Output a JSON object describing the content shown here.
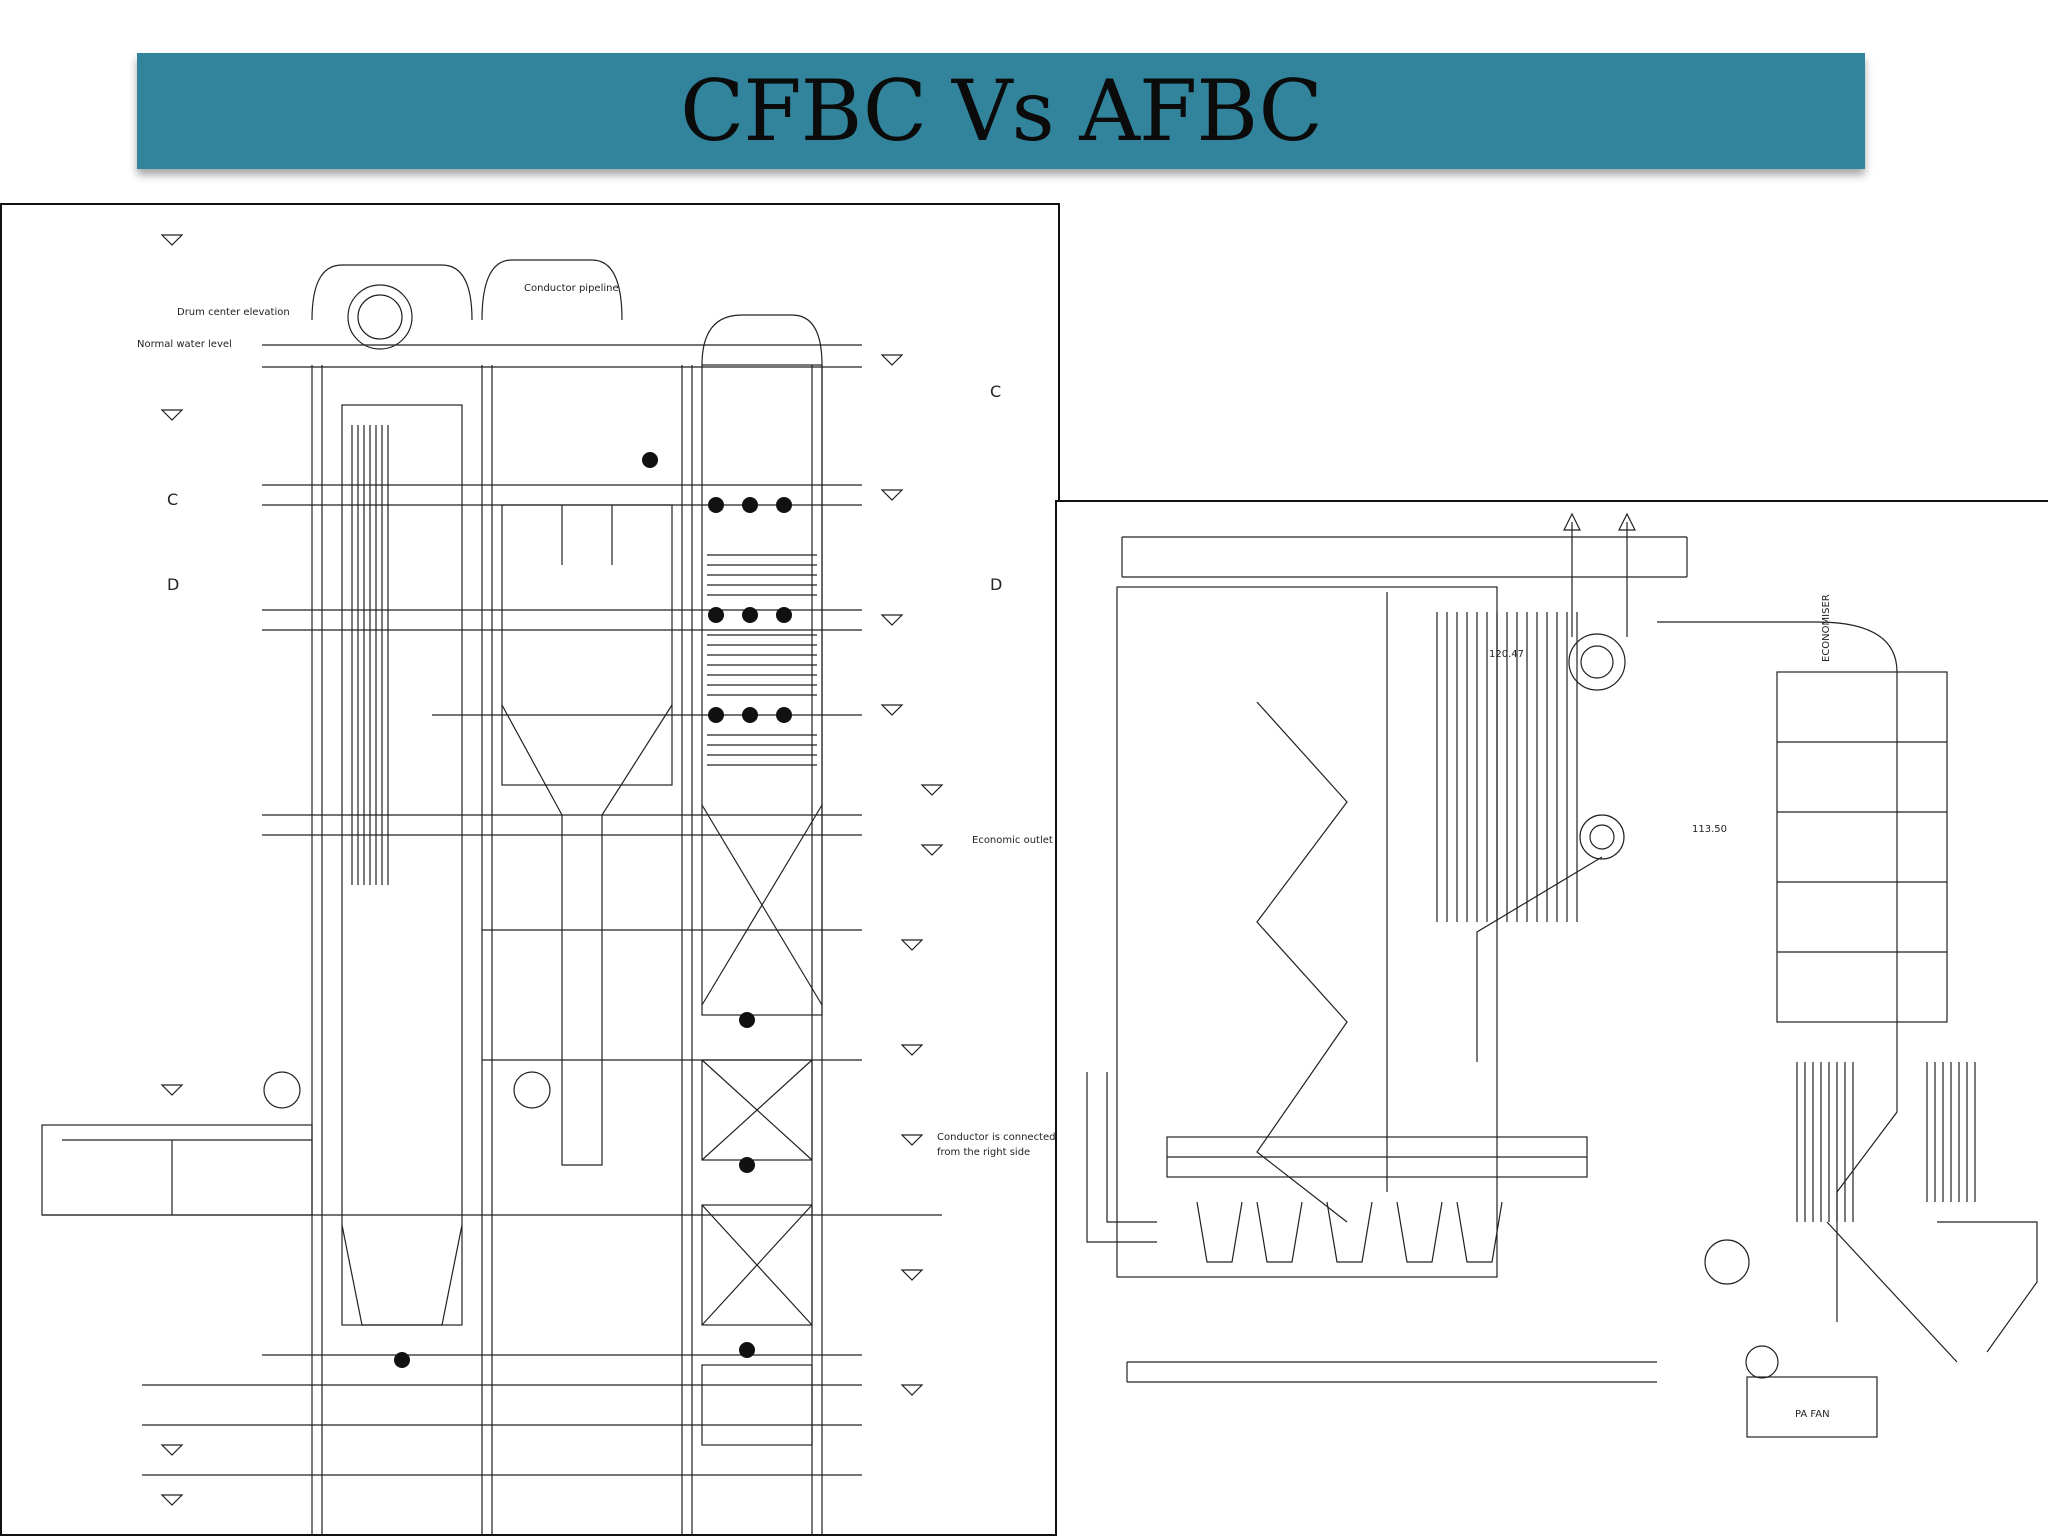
{
  "slide": {
    "title": "CFBC Vs AFBC"
  },
  "cfbc_drawing": {
    "labels": {
      "section_c": "C",
      "section_d": "D",
      "conductor_pipeline": "Conductor pipeline",
      "economizer_outlet": "Economic outlet",
      "conductor_connected": "Conductor is connected",
      "from_right_side": "from the right side",
      "drum_center": "Drum center elevation",
      "water_level": "Normal water level"
    }
  },
  "afbc_drawing": {
    "labels": {
      "economiser": "ECONOMISER",
      "pa_fan": "PA FAN",
      "elev_1": "120.47",
      "elev_2": "113.50"
    }
  }
}
